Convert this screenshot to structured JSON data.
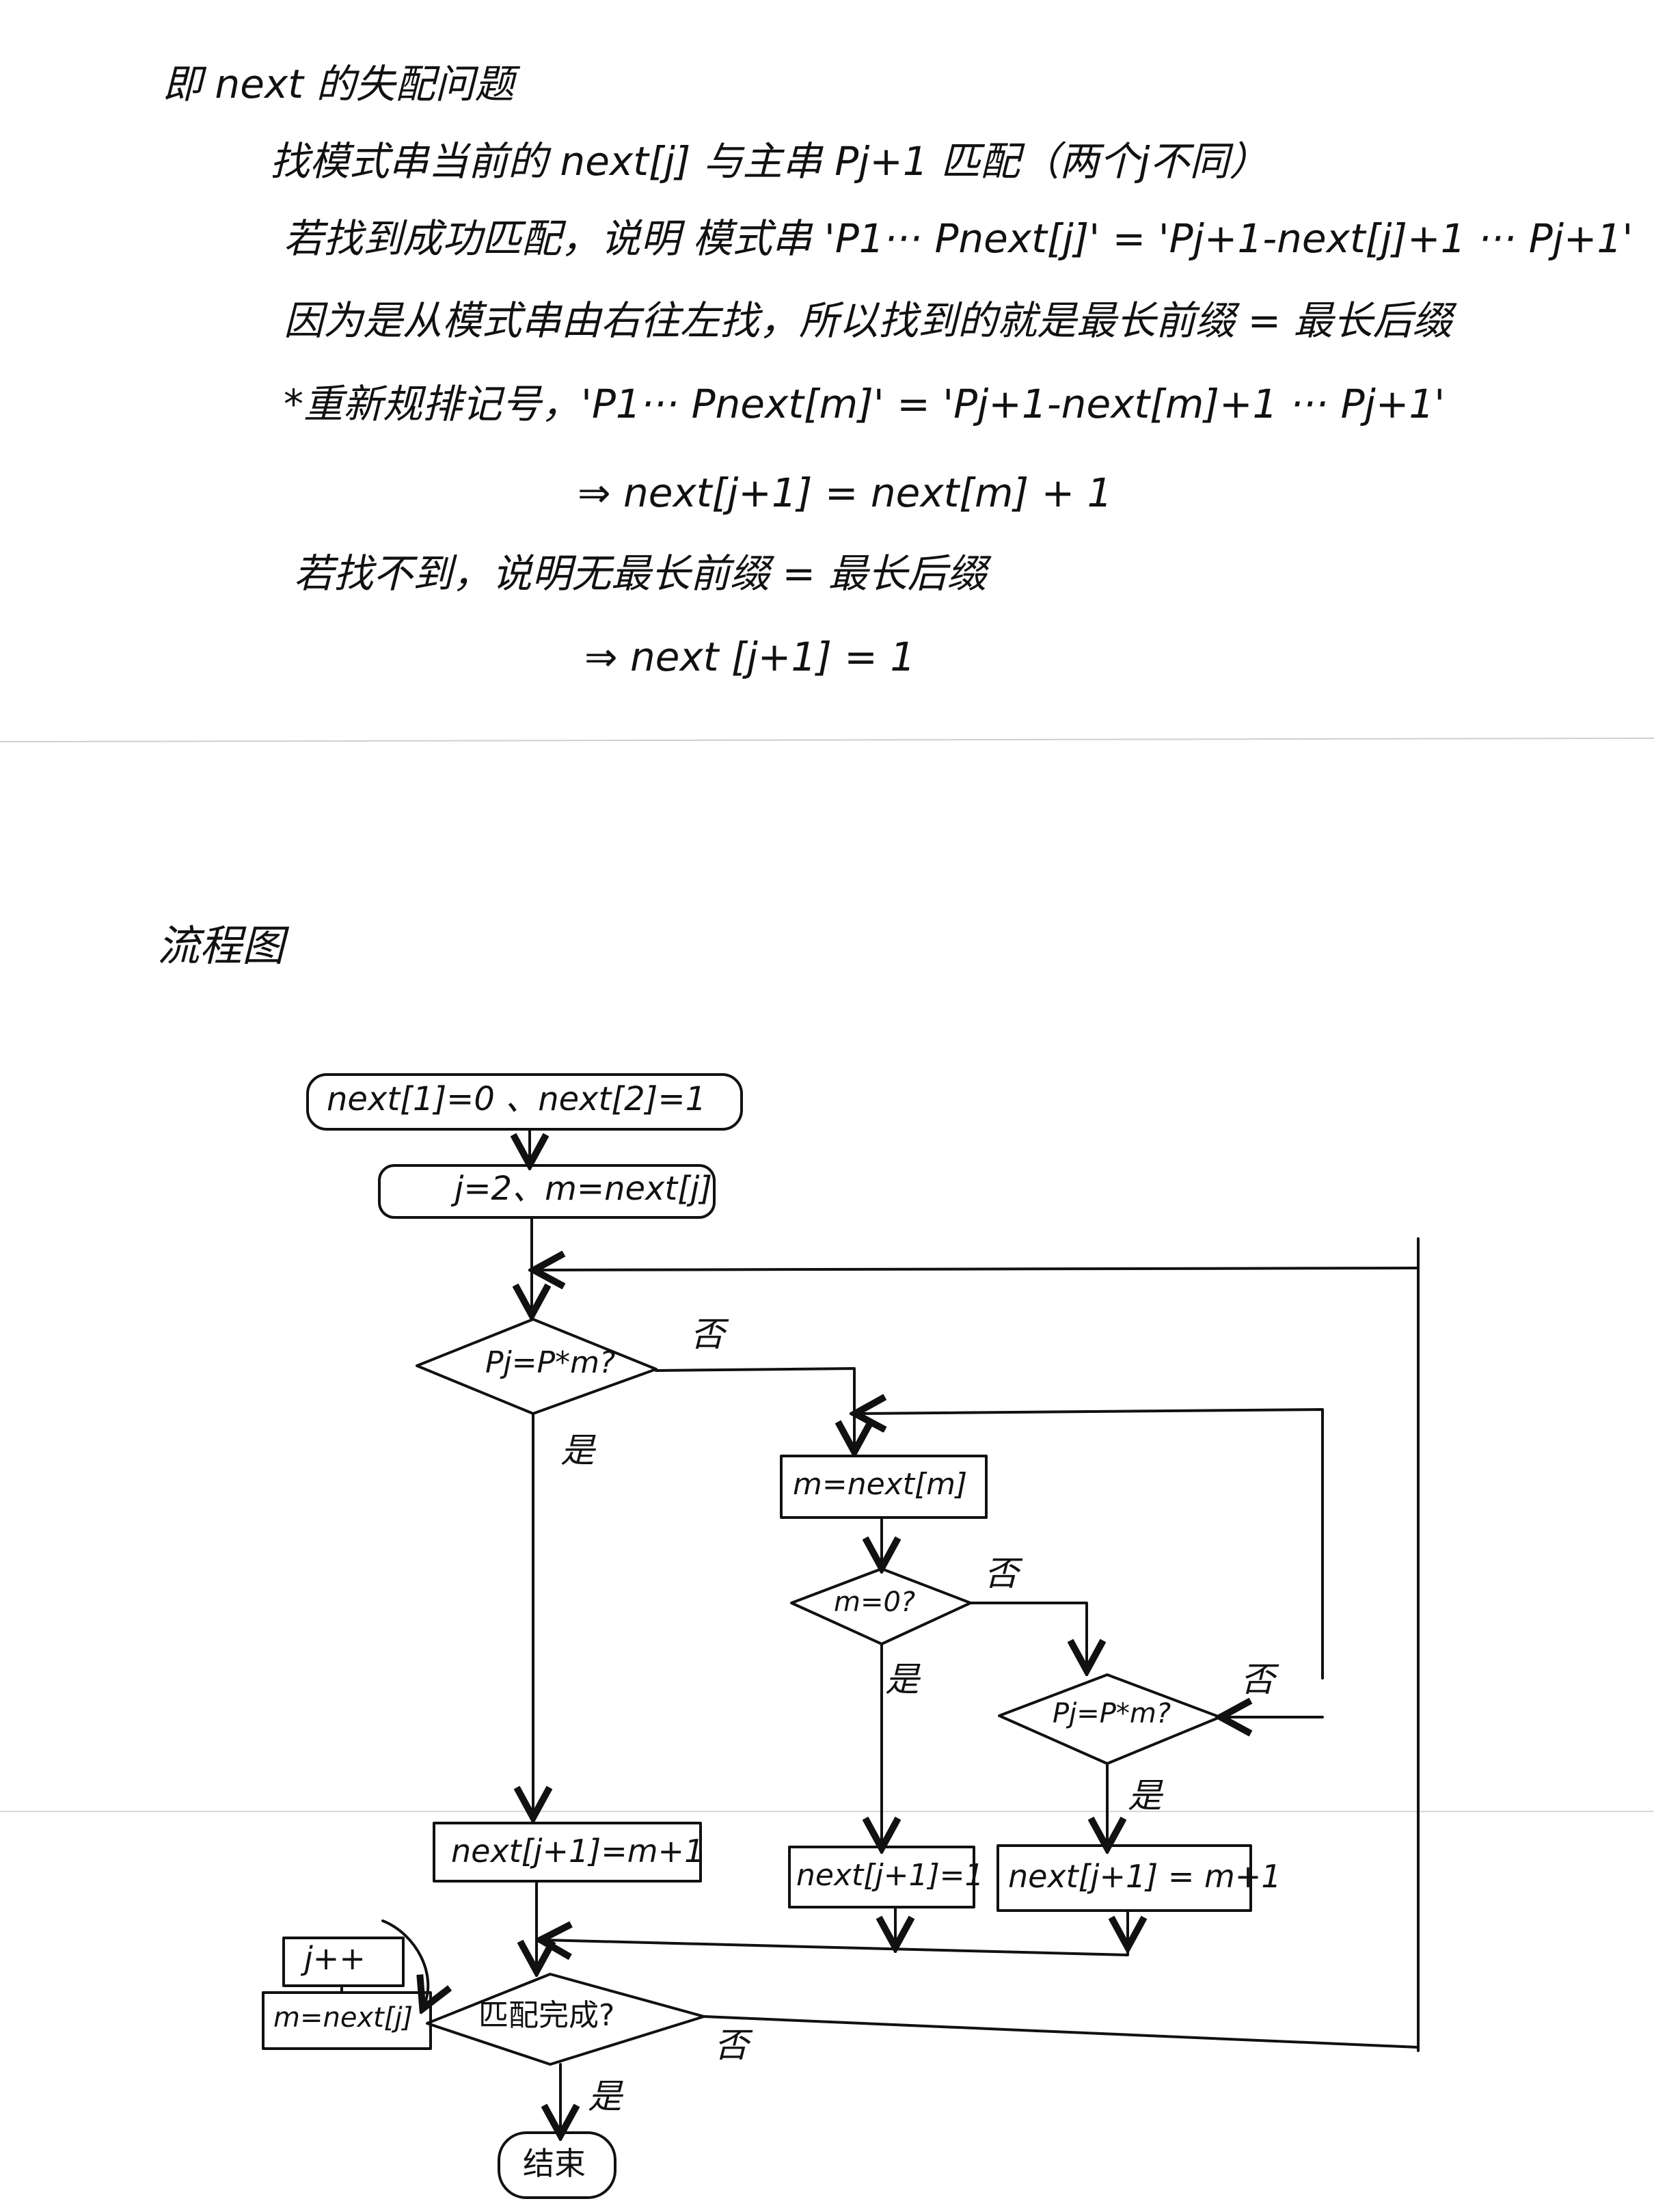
{
  "notes": {
    "line1": "即 next 的失配问题",
    "line2": "找模式串当前的 next[j] 与主串 Pj+1 匹配（两个j不同）",
    "line3": "若找到成功匹配，说明 模式串 'P1··· Pnext[j]' = 'Pj+1-next[j]+1 ··· Pj+1'",
    "line4": "因为是从模式串由右往左找，所以找到的就是最长前缀 = 最长后缀",
    "line5": "*重新规排记号，'P1··· Pnext[m]' = 'Pj+1-next[m]+1 ··· Pj+1'",
    "line6": "⇒ next[j+1] = next[m] + 1",
    "line7": "若找不到，说明无最长前缀 = 最长后缀",
    "line8": "⇒ next [j+1] = 1"
  },
  "flowchart": {
    "title": "流程图",
    "init": "next[1]=0 、next[2]=1",
    "assign": "j=2、m=next[j]",
    "compare1": "Pj=P*m?",
    "set_m": "m=next[m]",
    "check_m": "m=0?",
    "compare2": "Pj=P*m?",
    "result_a": "next[j+1]=m+1",
    "result_b": "next[j+1]=1",
    "result_c": "next[j+1] = m+1",
    "done_check": "匹配完成?",
    "increment": "j++",
    "update_m": "m=next[j]",
    "end": "结束",
    "yes": "是",
    "no": "否"
  }
}
